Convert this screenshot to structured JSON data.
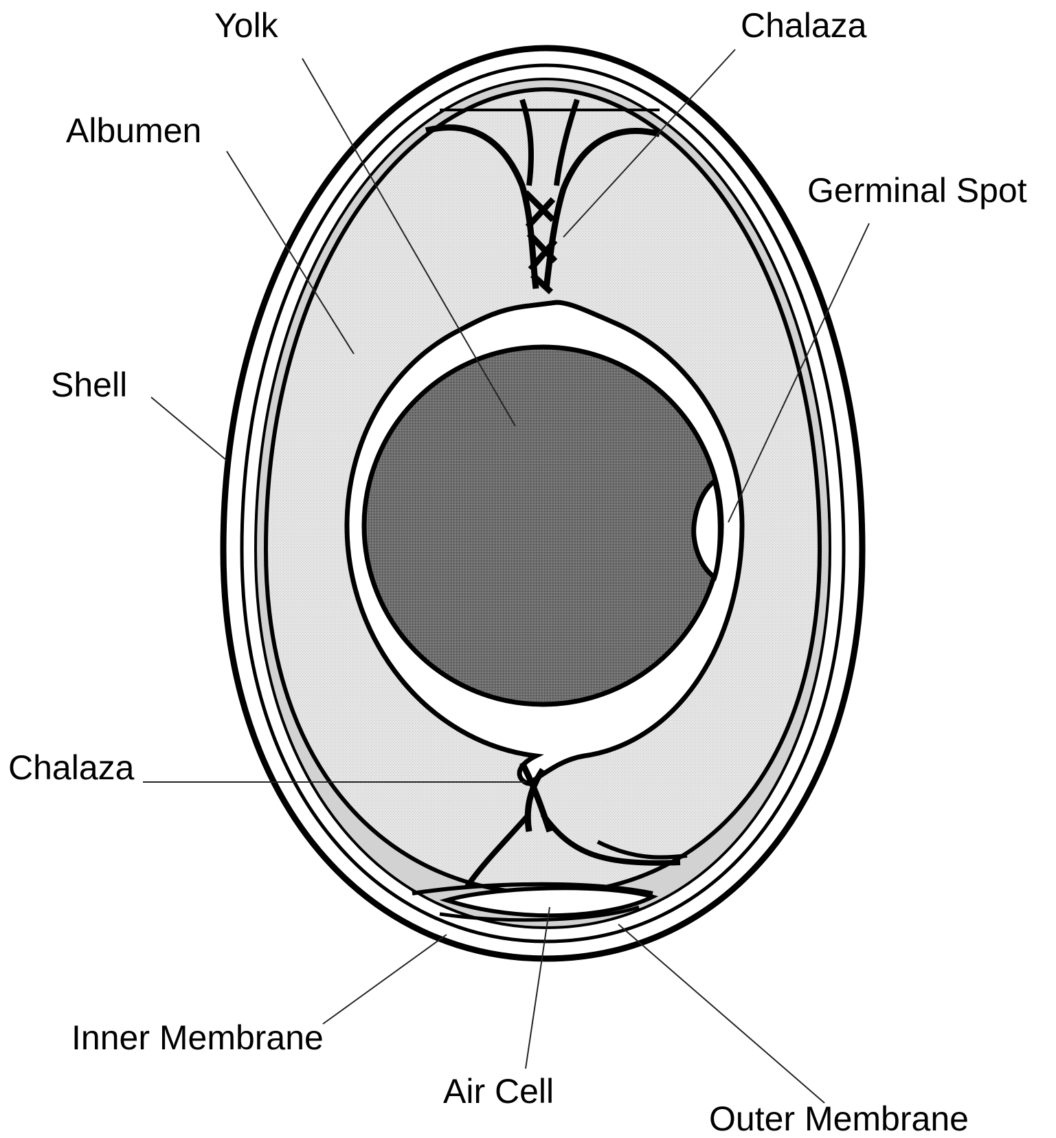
{
  "labels": {
    "yolk": "Yolk",
    "chalaza_top": "Chalaza",
    "albumen": "Albumen",
    "germinal_spot": "Germinal Spot",
    "shell": "Shell",
    "chalaza_bottom": "Chalaza",
    "inner_membrane": "Inner Membrane",
    "air_cell": "Air Cell",
    "outer_membrane": "Outer Membrane"
  },
  "colors": {
    "albumen": "#e4e4e4",
    "yolk": "#6f6f6f",
    "membrane_band": "#cfcfcf",
    "outline": "#000000"
  }
}
